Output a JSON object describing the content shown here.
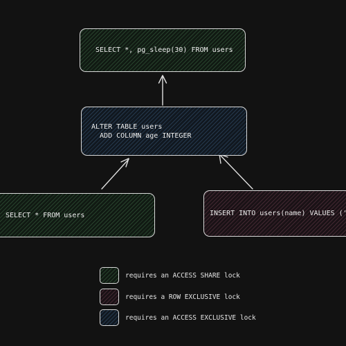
{
  "nodes": {
    "top": "SELECT *, pg_sleep(30) FROM users",
    "middle": "ALTER TABLE users\n  ADD COLUMN age INTEGER",
    "left": "SELECT * FROM users",
    "right": "INSERT INTO users(name) VALUES ('Dan')"
  },
  "legend": [
    {
      "label": "requires an ACCESS SHARE lock",
      "color": "green"
    },
    {
      "label": "requires a ROW EXCLUSIVE lock",
      "color": "red"
    },
    {
      "label": "requires an ACCESS EXCLUSIVE lock",
      "color": "blue"
    }
  ],
  "colors": {
    "background": "#121212",
    "stroke": "#d9d9d9",
    "green_hatch": "#508c5a",
    "blue_hatch": "#466e96",
    "red_hatch": "#8c5064"
  }
}
